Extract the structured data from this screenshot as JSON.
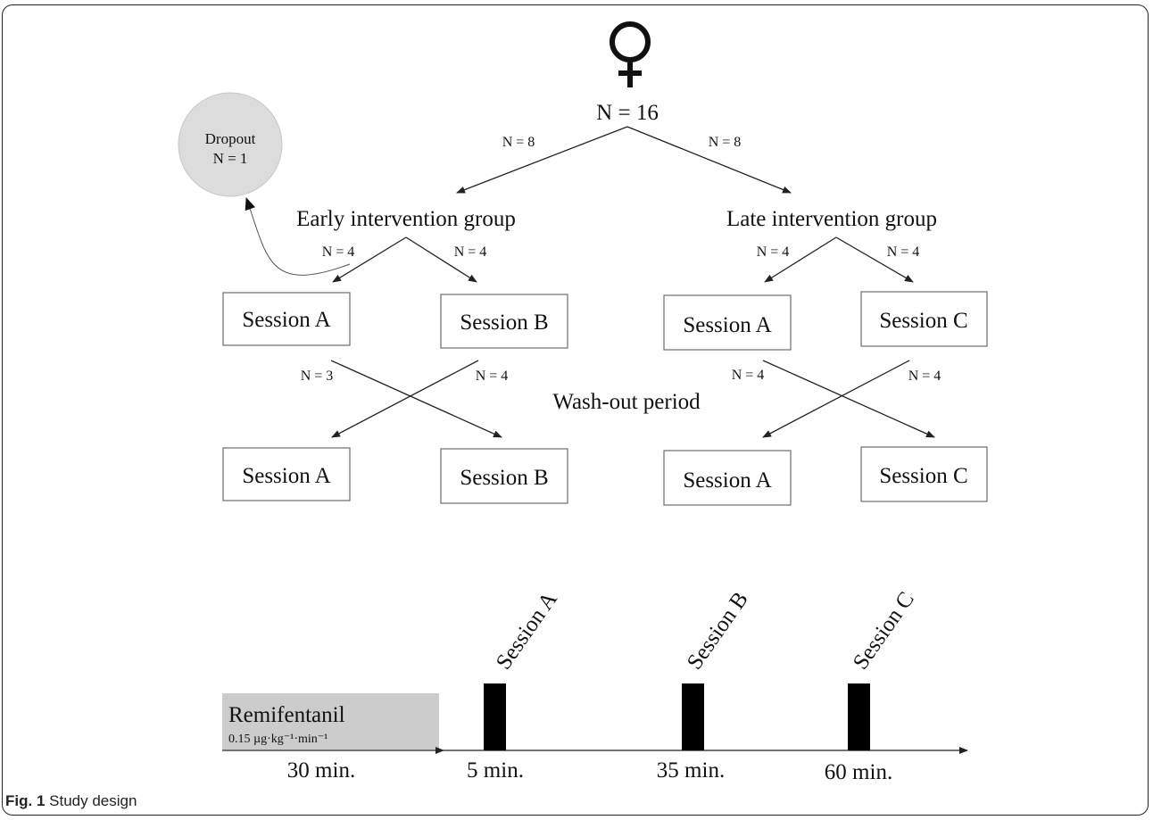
{
  "top": {
    "symbol": "♀",
    "total": "N = 16"
  },
  "dropout": {
    "label": "Dropout",
    "n": "N = 1"
  },
  "groups": {
    "early": {
      "label": "Early intervention group",
      "branch_n": "N = 8",
      "split_left_n": "N = 4",
      "split_right_n": "N = 4",
      "cross_left_n": "N = 3",
      "cross_right_n": "N = 4",
      "first_left": "Session A",
      "first_right": "Session B",
      "second_left": "Session A",
      "second_right": "Session B"
    },
    "late": {
      "label": "Late intervention group",
      "branch_n": "N = 8",
      "split_left_n": "N = 4",
      "split_right_n": "N = 4",
      "cross_left_n": "N = 4",
      "cross_right_n": "N = 4",
      "first_left": "Session A",
      "first_right": "Session C",
      "second_left": "Session A",
      "second_right": "Session C"
    }
  },
  "washout": "Wash-out period",
  "timeline": {
    "infusion_label": "Remifentanil",
    "infusion_dose": "0.15 µg·kg⁻¹·min⁻¹",
    "infusion_duration": "30 min.",
    "sessions": [
      {
        "name": "Session A",
        "time": "5 min."
      },
      {
        "name": "Session B",
        "time": "35 min."
      },
      {
        "name": "Session C",
        "time": "60 min."
      }
    ]
  },
  "caption": {
    "label": "Fig. 1",
    "text": "Study design"
  }
}
